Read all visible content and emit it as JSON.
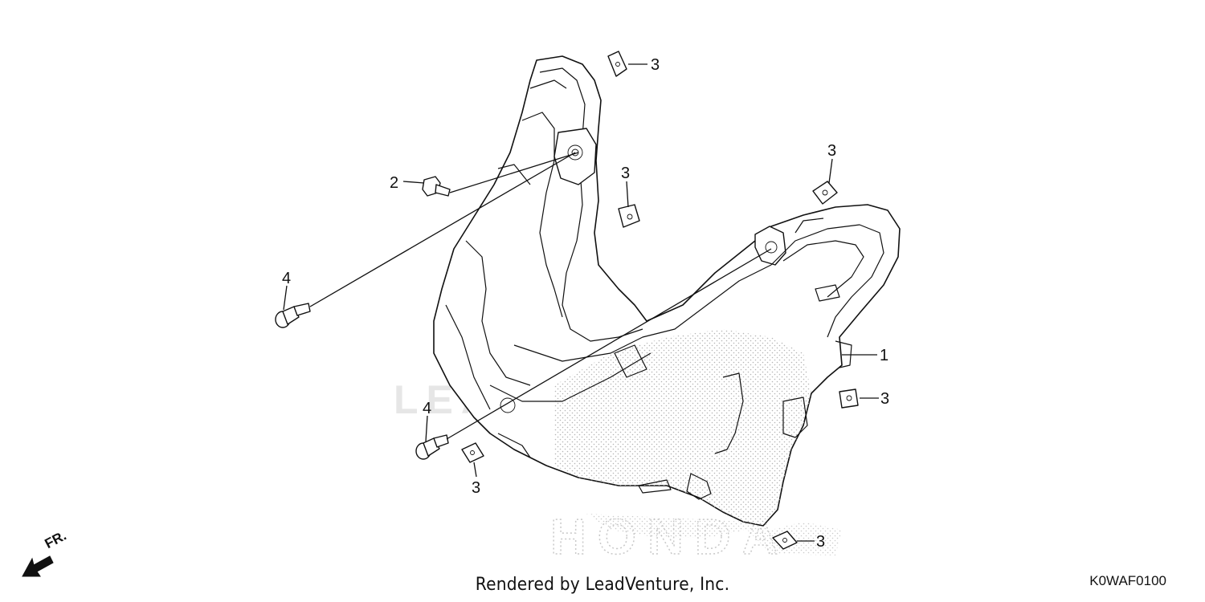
{
  "diagram": {
    "callouts": [
      {
        "id": "c1",
        "number": "1"
      },
      {
        "id": "c2",
        "number": "2"
      },
      {
        "id": "c3a",
        "number": "3"
      },
      {
        "id": "c3b",
        "number": "3"
      },
      {
        "id": "c3c",
        "number": "3"
      },
      {
        "id": "c3d",
        "number": "3"
      },
      {
        "id": "c3e",
        "number": "3"
      },
      {
        "id": "c3f",
        "number": "3"
      },
      {
        "id": "c4a",
        "number": "4"
      },
      {
        "id": "c4b",
        "number": "4"
      }
    ],
    "front_label": "FR.",
    "watermark": {
      "text": "LEADVENTURE",
      "brand": "HONDA"
    }
  },
  "footer": {
    "credit": "Rendered by LeadVenture, Inc.",
    "diagram_code": "K0WAF0100"
  },
  "colors": {
    "line": "#111111",
    "watermark": "#e6e6e6",
    "dots": "#b5b5b5"
  }
}
